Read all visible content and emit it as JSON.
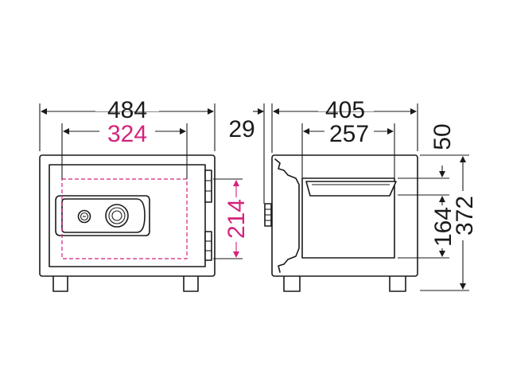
{
  "colors": {
    "outline": "#1a1a1a",
    "inner_dimension": "#d4237a",
    "background": "#ffffff"
  },
  "front_view": {
    "overall_width": "484",
    "inner_width": "324",
    "inner_height": "214"
  },
  "side_view": {
    "handle_depth": "29",
    "overall_depth": "405",
    "inner_depth": "257",
    "top_offset": "50",
    "slot_height": "164",
    "overall_height": "372"
  }
}
